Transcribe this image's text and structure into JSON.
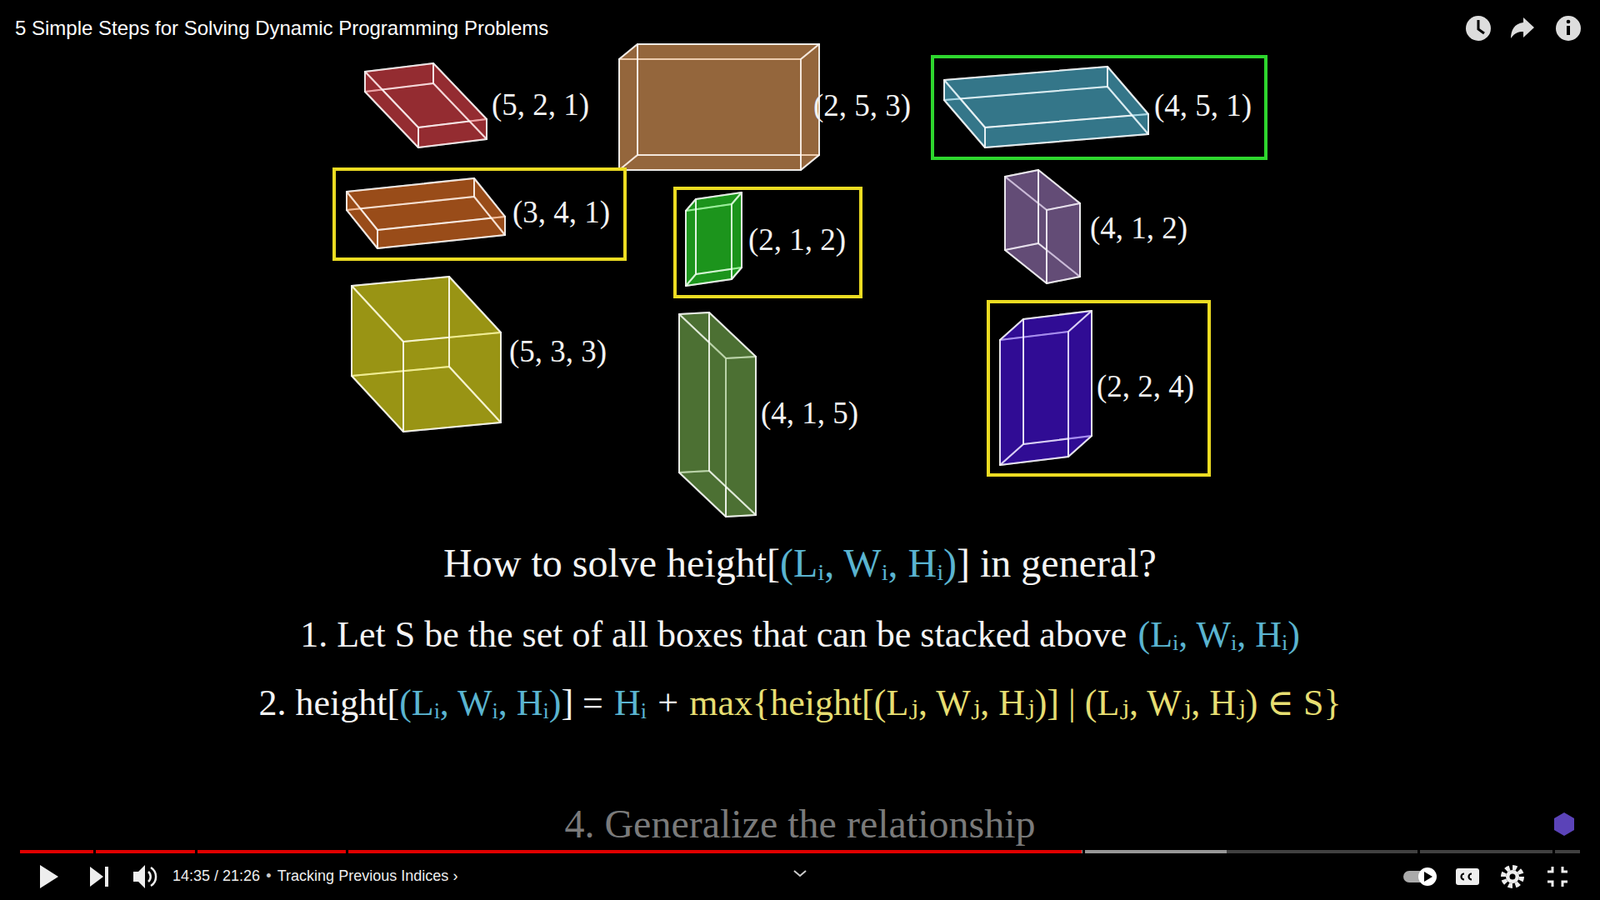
{
  "diagram": {
    "title": "5 Simple Steps for Solving Dynamic Programming Problems",
    "nodes": [
      {
        "text": [
          "(5, 2, 1)"
        ]
      },
      {
        "text": [
          "(2, 5, 3)"
        ]
      },
      {
        "text": [
          "(4, 5, 1)"
        ]
      },
      {
        "text": [
          "(3, 4, 1)"
        ]
      },
      {
        "text": [
          "(2, 1, 2)"
        ]
      },
      {
        "text": [
          "(4, 1, 2)"
        ]
      },
      {
        "text": [
          "(5, 3, 3)"
        ]
      },
      {
        "text": [
          "(4, 1, 5)"
        ]
      },
      {
        "text": [
          "(2, 2, 4)"
        ]
      }
    ],
    "labels": [
      "How to solve height[",
      "(Lᵢ, Wᵢ, Hᵢ)",
      "] in general?",
      "1. Let S be the set of all boxes that can be stacked above",
      "(Lᵢ, Wᵢ, Hᵢ)",
      "2. height[",
      "(Lᵢ, Wᵢ, Hᵢ)",
      "] =",
      "Hᵢ",
      "+",
      "max{height[(Lⱼ, Wⱼ, Hⱼ)] | (Lⱼ, Wⱼ, Hⱼ) ∈ S}",
      "4. Generalize the relationship",
      "14:35 / 21:26",
      "•",
      "Tracking Previous Indices",
      "›"
    ]
  }
}
